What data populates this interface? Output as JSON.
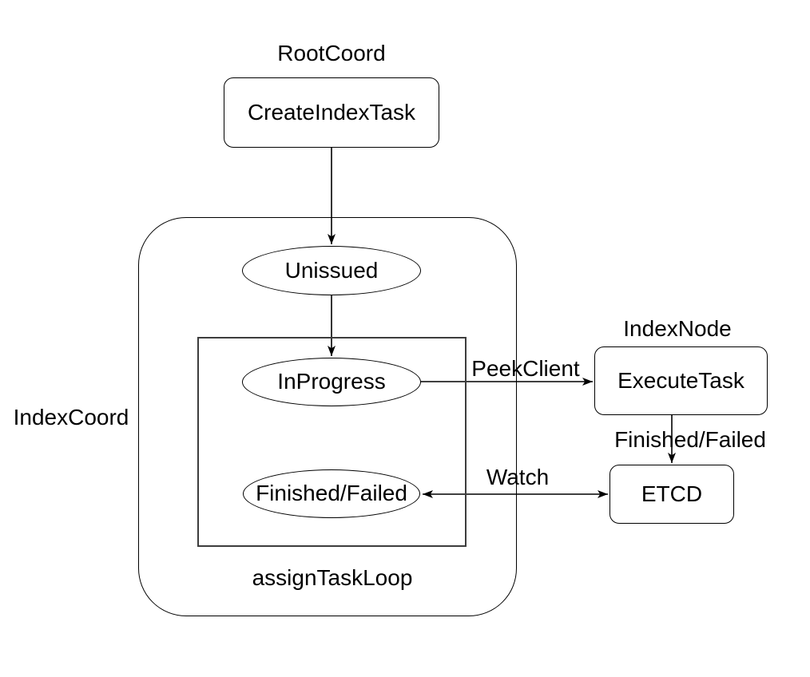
{
  "diagram": {
    "colors": {
      "stroke": "#000000",
      "text": "#000000",
      "background": "#ffffff"
    },
    "group_labels": {
      "root_coord": "RootCoord",
      "index_coord": "IndexCoord",
      "index_node": "IndexNode",
      "assign_task_loop": "assignTaskLoop"
    },
    "nodes": {
      "create_index_task": {
        "label": "CreateIndexTask",
        "shape": "rounded-rect"
      },
      "unissued": {
        "label": "Unissued",
        "shape": "ellipse"
      },
      "in_progress": {
        "label": "InProgress",
        "shape": "ellipse"
      },
      "finished_failed_state": {
        "label": "Finished/Failed",
        "shape": "ellipse"
      },
      "execute_task": {
        "label": "ExecuteTask",
        "shape": "rounded-rect"
      },
      "etcd": {
        "label": "ETCD",
        "shape": "rounded-rect"
      }
    },
    "edges": {
      "create_to_unissued": {
        "label": "",
        "from": "create_index_task",
        "to": "unissued"
      },
      "unissued_to_in_progress": {
        "label": "",
        "from": "unissued",
        "to": "in_progress"
      },
      "peek_client": {
        "label": "PeekClient",
        "from": "in_progress",
        "to": "execute_task"
      },
      "finished_failed": {
        "label": "Finished/Failed",
        "from": "execute_task",
        "to": "etcd"
      },
      "watch": {
        "label": "Watch",
        "from": "finished_failed_state",
        "to": "etcd",
        "bidirectional": true
      }
    }
  }
}
